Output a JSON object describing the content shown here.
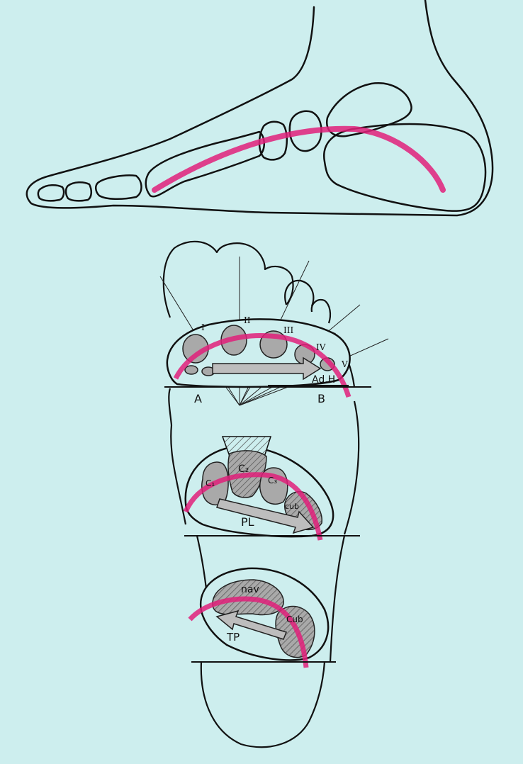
{
  "colors": {
    "background": "#cdeeee",
    "outline": "#111111",
    "arch_line": "#e0207a",
    "bone_fill": "#a9a9a9"
  },
  "labels": {
    "ray_1": "I",
    "ray_2": "II",
    "ray_3": "III",
    "ray_4": "IV",
    "ray_5": "V",
    "point_a": "A",
    "point_b": "B",
    "adductor_hallucis": "Ad.H",
    "cuneiform_1": "C₁",
    "cuneiform_2": "C₂",
    "cuneiform_3": "C₃",
    "cuboid_mid": "cub",
    "peroneus_longus": "PL",
    "navicular": "nav",
    "cuboid_rear": "Cub",
    "tibialis_posterior": "TP"
  }
}
